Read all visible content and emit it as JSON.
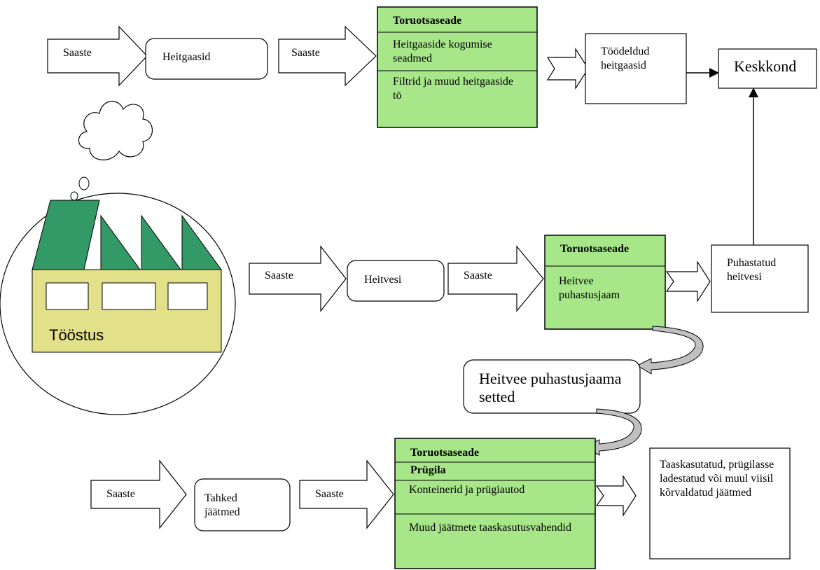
{
  "top_row": {
    "saaste_1": "Saaste",
    "heitgaasid": "Heitgaasid",
    "saaste_2": "Saaste",
    "box_title": "Toruotsaseade",
    "box_item_1": "Heitgaaside kogumise seadmed",
    "box_item_2": "Filtrid ja muud heitgaaside tö",
    "treated": "Töödeldud heitgaasid",
    "environment": "Keskkond"
  },
  "factory": {
    "label": "Tööstus"
  },
  "middle_row": {
    "saaste_1": "Saaste",
    "heitvesi": "Heitvesi",
    "saaste_2": "Saaste",
    "box_title": "Toruotsaseade",
    "box_item_1": "Heitvee puhastusjaam",
    "purified": "Puhastatud heitvesi",
    "sludge": "Heitvee puhastusjaama setted"
  },
  "bottom_row": {
    "saaste_1": "Saaste",
    "tahked": "Tahked jäätmed",
    "saaste_2": "Saaste",
    "box_title": "Toruotsaseade",
    "box_subtitle": "Prügila",
    "box_item_1": "Konteinerid ja prügiautod",
    "box_item_2": "Muud jäätmete taaskasutusvahendid",
    "result": "Taaskasutatud, prügilasse ladestatud või muul viisil kõrvaldatud jäätmed"
  },
  "colors": {
    "box_fill": "#a8e68a",
    "factory_body": "#e3e08a",
    "factory_roof": "#339966",
    "sludge_arrow": "#c0c0c0"
  }
}
